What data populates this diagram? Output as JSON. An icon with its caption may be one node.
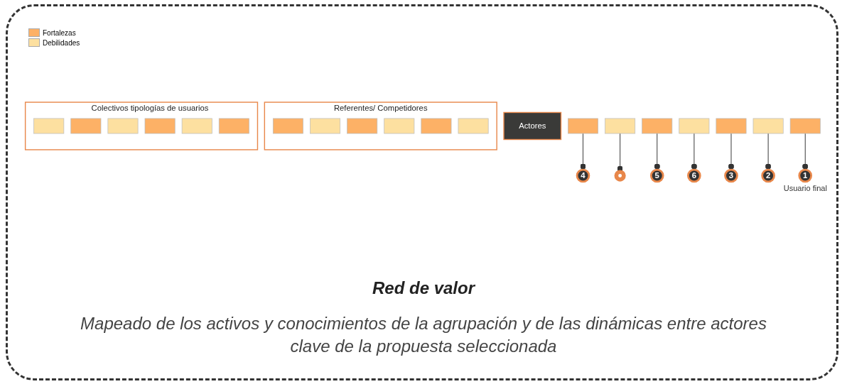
{
  "diagram": {
    "title": "Red de valor",
    "caption": "Mapeado de los activos y conocimientos de la agrupación y de las dinámicas entre actores clave de la propuesta seleccionada",
    "nodes": [
      {
        "text": [
          "Actores"
        ]
      },
      {
        "text": [
          "Referentes/ Competidores"
        ]
      },
      {
        "text": [],
        "shape": "box",
        "in": 1
      },
      {
        "text": [],
        "shape": "box",
        "in": 1
      },
      {
        "text": [],
        "shape": "box",
        "in": 1
      },
      {
        "text": [],
        "shape": "box",
        "in": 1
      },
      {
        "text": [],
        "shape": "box",
        "in": 1
      },
      {
        "text": [],
        "shape": "box",
        "in": 1
      },
      {
        "text": [],
        "shape": "box"
      },
      {
        "text": [],
        "shape": "box"
      },
      {
        "text": [],
        "shape": "box"
      },
      {
        "text": [],
        "shape": "box"
      },
      {
        "text": [],
        "shape": "box"
      },
      {
        "text": [],
        "shape": "box"
      },
      {
        "text": [],
        "shape": "box"
      },
      {
        "text": [
          "3"
        ]
      },
      {
        "text": [
          "4"
        ]
      },
      {
        "text": [
          "2"
        ]
      },
      {
        "text": [],
        "shape": "circle"
      },
      {
        "text": [
          "5"
        ]
      },
      {
        "text": [
          "1"
        ],
        "beside": [
          "Usuario final"
        ]
      },
      {
        "text": [
          "6"
        ]
      },
      {
        "text": [
          "Colectivos tipologías de usuarios"
        ]
      },
      {
        "text": [],
        "shape": "box",
        "in": 22
      },
      {
        "text": [],
        "shape": "box",
        "in": 22
      },
      {
        "text": [],
        "shape": "box",
        "in": 22
      },
      {
        "text": [],
        "shape": "box",
        "in": 22
      },
      {
        "text": [],
        "shape": "box",
        "in": 22
      },
      {
        "text": [],
        "shape": "box",
        "in": 22
      }
    ],
    "edges": [
      {
        "from": 8,
        "to": 16,
        "arrow": "other"
      },
      {
        "from": 9,
        "to": 18,
        "arrow": "other"
      },
      {
        "from": 10,
        "to": 19,
        "arrow": "other"
      },
      {
        "from": 11,
        "to": 21,
        "arrow": "other"
      },
      {
        "from": 12,
        "to": 15,
        "arrow": "other"
      },
      {
        "from": 13,
        "to": 17,
        "arrow": "other"
      },
      {
        "from": 14,
        "to": 20,
        "arrow": "other"
      }
    ],
    "legend": [
      {
        "text": "Fortalezas",
        "color": "#fdb166"
      },
      {
        "text": "Debilidades",
        "color": "#fde0a0"
      }
    ]
  }
}
